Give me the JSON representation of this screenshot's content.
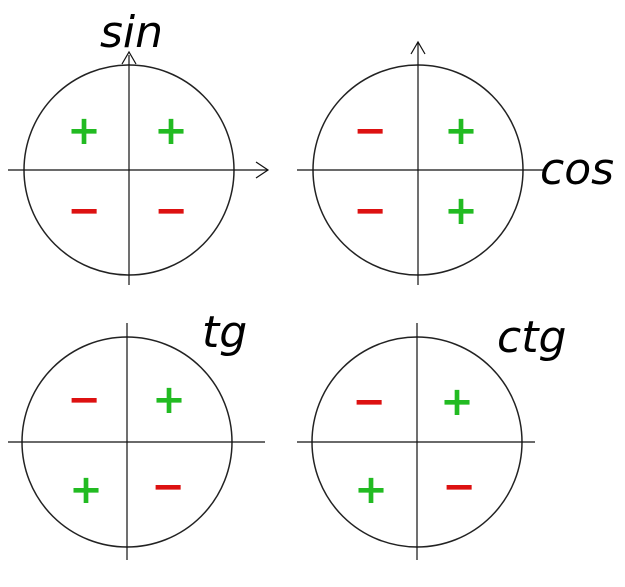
{
  "colors": {
    "plus": "#22bb22",
    "minus": "#dd1111",
    "line": "#222222"
  },
  "diagrams": [
    {
      "label": "sin",
      "signs": [
        "+",
        "+",
        "−",
        "−"
      ],
      "arrows": "both"
    },
    {
      "label": "cos",
      "signs": [
        "−",
        "+",
        "−",
        "+"
      ],
      "arrows": "y"
    },
    {
      "label": "tg",
      "signs": [
        "−",
        "+",
        "+",
        "−"
      ],
      "arrows": "none"
    },
    {
      "label": "ctg",
      "signs": [
        "−",
        "+",
        "+",
        "−"
      ],
      "arrows": "none"
    }
  ]
}
